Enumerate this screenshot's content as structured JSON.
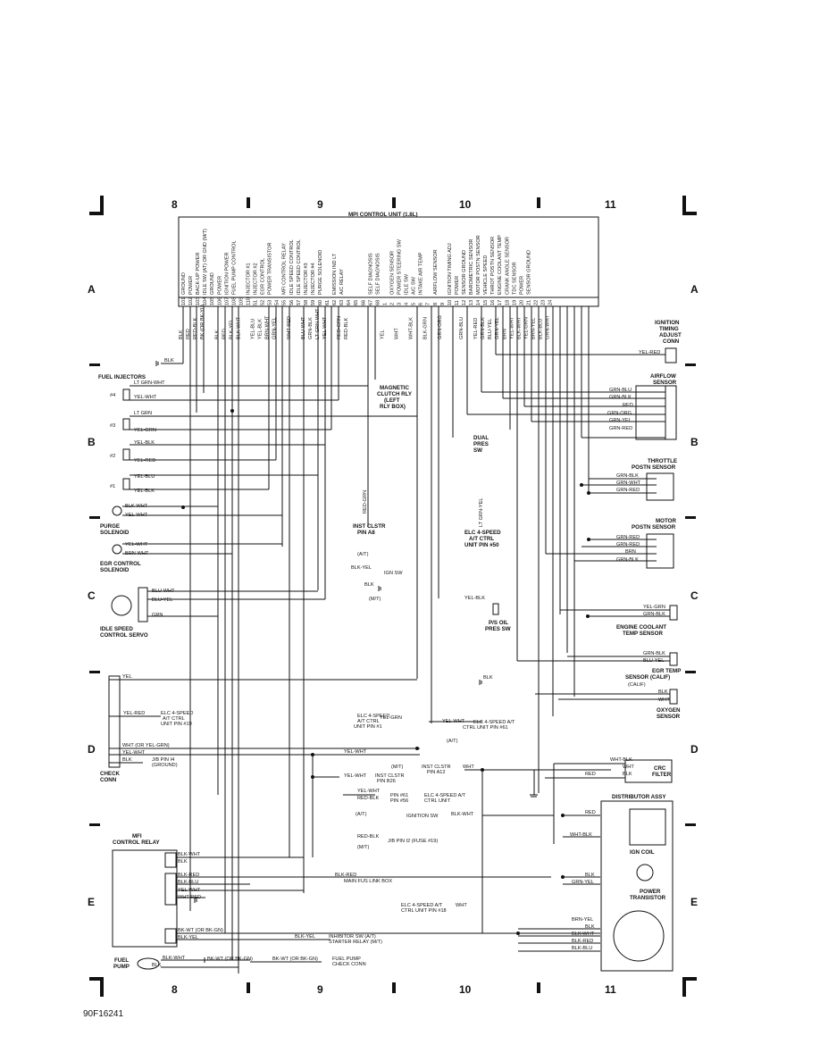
{
  "diagram": {
    "col_labels": [
      "8",
      "9",
      "10",
      "11"
    ],
    "row_labels": [
      "A",
      "B",
      "C",
      "D",
      "E"
    ],
    "figure_id": "90F16241",
    "ecu": {
      "title": "MPI CONTROL UNIT (1.8L)",
      "pin_functions": [
        "GROUND",
        "POWER",
        "BACK-UP POWER",
        "IDLE SW (AT) OR GND (M/T)",
        "GROUND",
        "POWER",
        "IGNITION POWER",
        "FUEL PUMP CONTROL",
        "",
        "INJECTOR #1",
        "INJECTOR #2",
        "EGR CONTROL",
        "POWER TRANSISTOR",
        "",
        "MFI CONTROL RELAY",
        "IDLE SPEED CONTROL",
        "IDLE SPEED CONTROL",
        "INJECTOR #3",
        "INJECTOR #4",
        "PURGE SOLENOID",
        "",
        "EMISSION IND LT",
        "A/C RELAY",
        "",
        "",
        "",
        "SELF DIAGNOSIS",
        "SELF DIAGNOSIS",
        "",
        "OXYGEN SENSOR",
        "POWER STEERING SW",
        "IDLE SW",
        "A/C SW",
        "INTAKE AIR TEMP",
        "",
        "AIRFLOW SENSOR",
        "",
        "IGNITION TIMING ADJ",
        "POWER",
        "SENSOR GROUND",
        "BAROMETRIC SENSOR",
        "MOTOR POSTN SENSOR",
        "VEHICLE SPEED",
        "THROT POSTN SENSOR",
        "ENGINE COOLANT TEMP",
        "CRANK ANGLE SENSOR",
        "TDC SENSOR",
        "POWER",
        "SENSOR GROUND"
      ],
      "pins": [
        "101",
        "102",
        "103",
        "104",
        "105",
        "106",
        "107",
        "108",
        "109",
        "110",
        "51",
        "52",
        "53",
        "54",
        "55",
        "56",
        "57",
        "58",
        "59",
        "60",
        "61",
        "62",
        "63",
        "64",
        "65",
        "66",
        "67",
        "68",
        "1",
        "2",
        "3",
        "4",
        "5",
        "6",
        "7",
        "8",
        "9",
        "10",
        "11",
        "12",
        "13",
        "14",
        "15",
        "16",
        "17",
        "18",
        "19",
        "20",
        "21",
        "22",
        "23",
        "24"
      ],
      "pin_wires": [
        "BLK",
        "RED",
        "RED-BLK",
        "BK (OR BK-YL)",
        "",
        "BLK",
        "RED",
        "BLK-YEL",
        "BLK-WHT",
        "",
        "YEL-BLU",
        "YEL-BLK",
        "BRN-WHT",
        "GRN-YEL",
        "",
        "WHT-RED",
        "",
        "BLU-WHT",
        "GRN-BLK",
        "LT GRN-WHT",
        "YEL-WHT",
        "",
        "RED-GRN",
        "RED-BLK",
        "",
        "",
        "",
        "",
        "YEL",
        "",
        "WHT",
        "",
        "WHT-BLK",
        "",
        "BLK-GRN",
        "",
        "GRN-ORG",
        "",
        "",
        "GRN-BLU",
        "",
        "YEL-RED",
        "GRN-BLK",
        "BLU-YEL",
        "GRN-YEL",
        "BRN",
        "YEL-WHT",
        "BLK-WHT",
        "YEL-GRN",
        "BRN-YEL",
        "BLK-BLU",
        "GRN-WHT",
        "GRN-RED"
      ]
    },
    "components": {
      "fuel_injectors": "FUEL INJECTORS",
      "inj4": "#4",
      "inj3": "#3",
      "inj2": "#2",
      "inj1": "#1",
      "purge": "PURGE\nSOLENOID",
      "egr": "EGR CONTROL\nSOLENOID",
      "idle_servo": "IDLE SPEED\nCONTROL SERVO",
      "check_conn": "CHECK\nCONN",
      "mfi_relay": "MFI\nCONTROL RELAY",
      "fuel_pump": "FUEL\nPUMP",
      "ign_timing": "IGNITION\nTIMING\nADJUST\nCONN",
      "airflow": "AIRFLOW\nSENSOR",
      "throttle": "THROTTLE\nPOSTN SENSOR",
      "motor": "MOTOR\nPOSTN SENSOR",
      "ect": "ENGINE COOLANT\nTEMP SENSOR",
      "egr_temp": "EGR TEMP\nSENSOR (CALIF)",
      "oxygen": "OXYGEN\nSENSOR",
      "crc": "CRC\nFILTER",
      "distributor": "DISTRIBUTOR ASSY",
      "ign_coil": "IGN COIL",
      "power_transistor": "POWER\nTRANSISTOR",
      "magnetic_clutch": "MAGNETIC\nCLUTCH RLY\n(LEFT\nRLY BOX)",
      "dual_pres": "DUAL\nPRES\nSW",
      "inst_clstr_a8": "INST CLSTR\nPIN A8",
      "elc_50": "ELC 4-SPEED\nA/T CTRL\nUNIT PIN #50",
      "ps_oil": "P/S OIL\nPRES SW",
      "ign_sw": "IGN SW",
      "calif": "(CALIF)"
    },
    "labels": {
      "blk": "BLK",
      "yel": "YEL",
      "wht": "WHT",
      "red": "RED",
      "grn": "GRN",
      "lt_grn_wht": "LT GRN-WHT",
      "yel_wht": "YEL-WHT",
      "lt_grn": "LT GRN",
      "yel_grn": "YEL-GRN",
      "yel_blk": "YEL-BLK",
      "yel_red": "YEL-RED",
      "yel_blu": "YEL-BLU",
      "blk_wht": "BLK-WHT",
      "blk_yel": "BLK-YEL",
      "brn_wht": "BRN-WHT",
      "blu_wht": "BLU-WHT",
      "blu_yel": "BLU-YEL",
      "red_grn": "RED-GRN",
      "red_blk": "RED-BLK",
      "grn_blu": "GRN-BLU",
      "grn_blk": "GRN-BLK",
      "grn_org": "GRN-ORG",
      "grn_yel": "GRN-YEL",
      "grn_red": "GRN-RED",
      "grn_wht": "GRN-WHT",
      "brn": "BRN",
      "brn_yel": "BRN-YEL",
      "blk_blu": "BLK-BLU",
      "blk_red": "BLK-RED",
      "wht_red": "WHT-RED",
      "wht_blk": "WHT-BLK",
      "lt_grn_yel": "LT GRN-YEL",
      "at": "(A/T)",
      "mt": "(M/T)",
      "wht_or_yel_grn": "WHT (OR YEL-GRN)",
      "bk_wt_or_bk_gn": "BK-WT (OR BK-GN)",
      "elc_19": "ELC 4-SPEED\nA/T CTRL\nUNIT PIN #19",
      "jb14": "J/B PIN I4\n(GROUND)",
      "elc_1": "ELC 4-SPEED\nA/T CTRL\nUNIT PIN #1",
      "elc_61": "ELC 4-SPEED A/T\nCTRL UNIT PIN #61",
      "inst_b26": "INST CLSTR\nPIN B26",
      "inst_a12": "INST CLSTR\nPIN A12",
      "pin61_56": "PIN #61\nPIN #56",
      "elc_ctrl": "ELC 4-SPEED A/T\nCTRL UNIT",
      "ign_sw2": "IGNITION SW",
      "jb12": "J/B PIN I2 (FUSE #19)",
      "main_fus": "MAIN FUS LINK BOX",
      "elc_18": "ELC 4-SPEED A/T\nCTRL UNIT PIN #18",
      "inhibitor": "INHIBITOR SW (A/T)\nSTARTER RELAY (M/T)",
      "fp_check": "FUEL PUMP\nCHECK CONN"
    }
  }
}
